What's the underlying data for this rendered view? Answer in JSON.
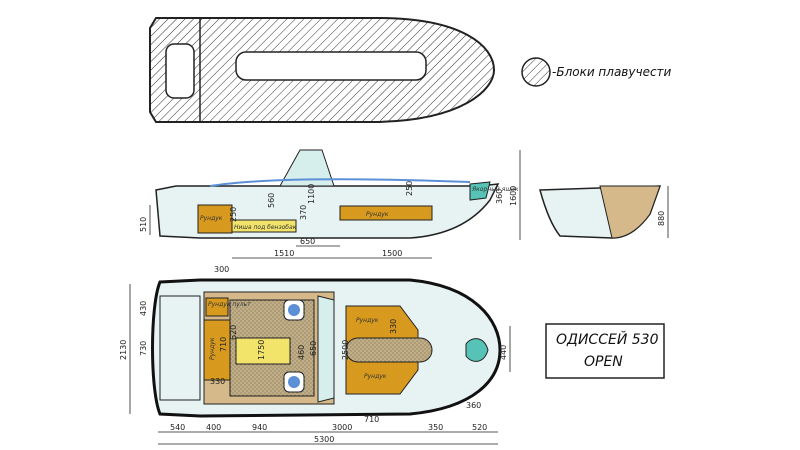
{
  "legend": {
    "text": "-Блоки плавучести"
  },
  "model": {
    "line1": "ОДИССЕЙ 530",
    "line2": "OPEN"
  },
  "side_view": {
    "dims": {
      "d510": "510",
      "d250a": "250",
      "d560": "560",
      "d370": "370",
      "d1100": "1100",
      "d250b": "250",
      "d360": "360",
      "d1600": "1600",
      "d650": "650",
      "d1510": "1510",
      "d1500": "1500"
    },
    "labels": {
      "rundук": "Рундук",
      "niche": "Ниша под бензобак",
      "rundук2": "Рундук",
      "anchor": "Якорный ящик"
    }
  },
  "transom_view": {
    "dims": {
      "d880": "880"
    }
  },
  "plan_view": {
    "dims": {
      "d300": "300",
      "d430": "430",
      "d730": "730",
      "d2130": "2130",
      "d710a": "710",
      "d620": "620",
      "d1750": "1750",
      "d460": "460",
      "d650": "650",
      "d2500": "2500",
      "d330a": "330",
      "d330b": "330",
      "d440": "440",
      "d360": "360",
      "d540": "540",
      "d400": "400",
      "d940": "940",
      "d3000": "3000",
      "d710b": "710",
      "d350": "350",
      "d520": "520",
      "d5300": "5300"
    },
    "labels": {
      "rundук_left": "Рундук",
      "rundук_right_top": "Рундук",
      "rundук_right_bottom": "Рундук",
      "small_box": "Рундук пульт"
    }
  },
  "colors": {
    "hull": "#e6f3f2",
    "deck": "#d6b98a",
    "storage": "#d79a1e",
    "seat": "#bfae86",
    "accent_blue": "#5b8fd6",
    "teal": "#56c3b6",
    "dim_line": "#222222"
  }
}
